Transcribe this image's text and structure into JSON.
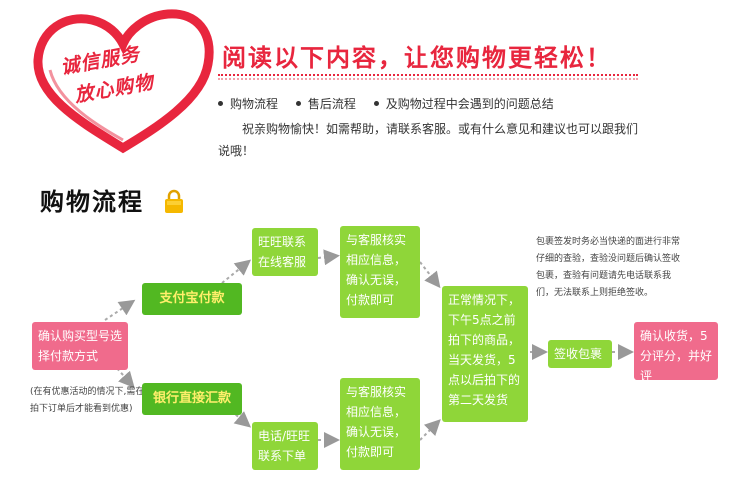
{
  "badge": {
    "line1": "诚信服务",
    "line2": "放心购物"
  },
  "header": {
    "headline": "阅读以下内容，让您购物更轻松！",
    "bullets": [
      "购物流程",
      "售后流程",
      "及购物过程中会遇到的问题总结"
    ],
    "intro": "祝亲购物愉快！如需帮助，请联系客服。或有什么意见和建议也可以跟我们说哦！"
  },
  "flow": {
    "title": "购物流程",
    "start": "确认购买型号选择付款方式",
    "discount_note": "(在有优惠活动的情况下,需在拍下订单后才能看到优惠)",
    "alipay": "支付宝付款",
    "bank": "银行直接汇款",
    "wangwang": "旺旺联系在线客服",
    "phone": "电话/旺旺联系下单",
    "verify_top": "与客服核实相应信息，确认无误，付款即可",
    "verify_bottom": "与客服核实相应信息，确认无误，付款即可",
    "shipping": "正常情况下，下午5点之前拍下的商品，当天发货，5点以后拍下的第二天发货",
    "sign": "签收包裹",
    "sign_note": "包裹签发时务必当快递的面进行非常仔细的查验，查验没问题后确认签收包裹，查验有问题请先电话联系我们，无法联系上则拒绝签收。",
    "review": "确认收货，5分评分，并好评"
  },
  "colors": {
    "accent_red": "#e8263e",
    "green_light": "#8fd639",
    "green_dark": "#52b822",
    "pink": "#f06b8c",
    "arrow_gray": "#999999"
  }
}
